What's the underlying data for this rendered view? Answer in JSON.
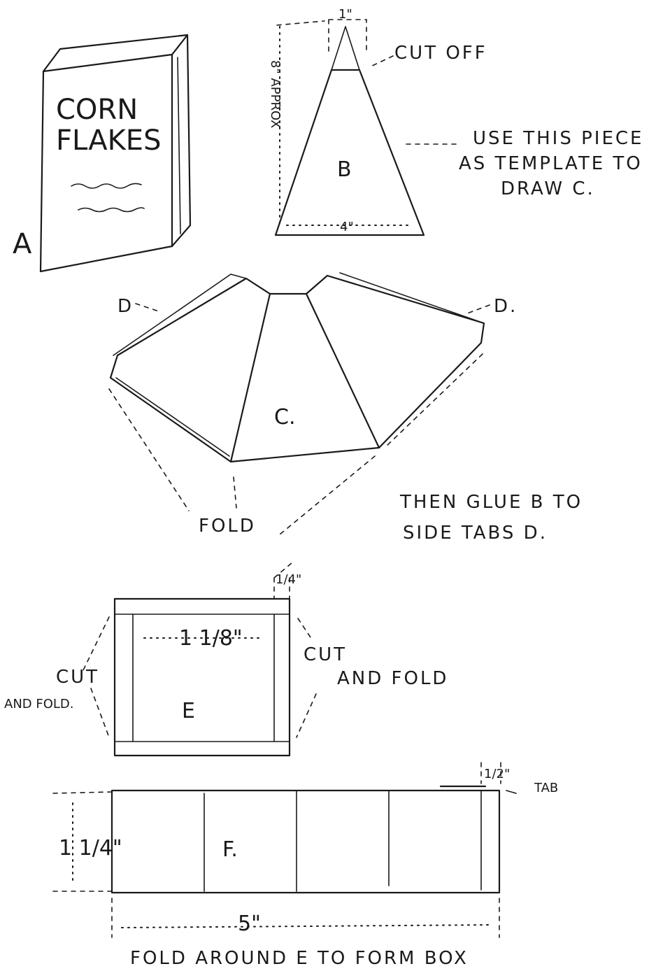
{
  "piece_a": {
    "letter": "A",
    "box_line1": "CORN",
    "box_line2": "FLAKES"
  },
  "piece_b": {
    "letter": "B",
    "top_width": "1\"",
    "cut_off": "CUT OFF",
    "height": "8\" APPROX",
    "base_width": "4\"",
    "note_line1": "USE THIS PIECE",
    "note_line2": "AS TEMPLATE TO",
    "note_line3": "DRAW C."
  },
  "piece_c": {
    "letter": "C.",
    "tab_left": "D",
    "tab_right": "D.",
    "fold": "FOLD",
    "note_line1": "THEN GLUE B TO",
    "note_line2": "SIDE TABS D."
  },
  "piece_e": {
    "letter": "E",
    "tab_width": "1/4\"",
    "inner_width": "1 1/8\"",
    "left_note_line1": "CUT",
    "left_note_line2": "AND FOLD.",
    "right_note_line1": "CUT",
    "right_note_line2": "AND FOLD"
  },
  "piece_f": {
    "letter": "F.",
    "height": "1 1/4\"",
    "length": "5\"",
    "tab_width": "1/2\"",
    "tab": "TAB",
    "caption": "FOLD AROUND E TO FORM BOX"
  }
}
